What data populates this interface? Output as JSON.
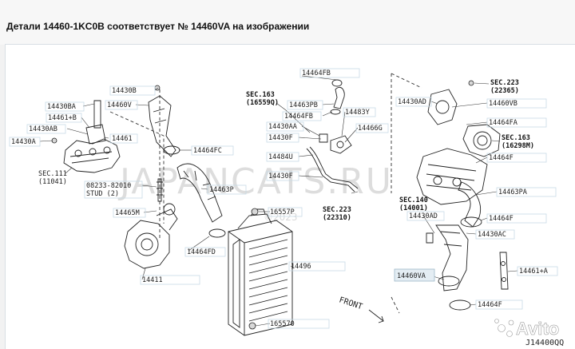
{
  "header": {
    "title": "Детали 14460-1KC0B соответствует № 14460VA на изображении"
  },
  "diagram": {
    "labels": {
      "p14430B": "14430B",
      "p14430BA_l": "14430BA",
      "p14460V_l": "14460V",
      "p14461B": "14461+B",
      "p14430AB": "14430AB",
      "p14430A_l": "14430A",
      "p14461": "14461",
      "sec111": "SEC.111",
      "sec111n": "(11041)",
      "p08233": "08233-8201θ",
      "stud": "STUD (2)",
      "p14464FC": "14464FC",
      "p14463P": "14463P",
      "p14465M": "14465M",
      "p14464FD": "14464FD",
      "p14411": "14411",
      "sec163a": "SEC.163",
      "sec163an": "(16559Q)",
      "p14464FB_top": "14464FB",
      "p14463PB": "14463PB",
      "p14464FB_mid": "14464FB",
      "p14483Y": "14483Y",
      "p14430AA_mid": "14430AA",
      "p14466G": "14466G",
      "p14430F_a": "14430F",
      "p14484U": "14484U",
      "p14430F_b": "14430F",
      "sec223b": "SEC.223",
      "sec223bn": "(22310)",
      "p16557P": "16557P",
      "p14496": "14496",
      "p165570": "165570",
      "p14430AD": "14430AD",
      "sec223a": "SEC.223",
      "sec223an": "(22365)",
      "p14460VB": "14460VB",
      "p14464FA": "14464FA",
      "sec163b": "SEC.163",
      "sec163bn": "(16298M)",
      "p14464F_a": "14464F",
      "p14463PA": "14463PA",
      "sec140": "SEC.140",
      "sec140n": "(14001)",
      "p14430AD_b": "14430AD",
      "p14464F_b": "14464F",
      "p14430AC": "14430AC",
      "p14461A": "14461+A",
      "p14460VA": "14460VA",
      "p14464F_c": "14464F",
      "front": "FRONT",
      "code": "J14400QQ"
    },
    "watermark": "JAPANCATS.RU",
    "watermark_small": "©2023",
    "avito": "Avito"
  },
  "colors": {
    "line": "#222222",
    "label_box": "#c8dbe6",
    "page_bg": "#f2f2f2"
  }
}
